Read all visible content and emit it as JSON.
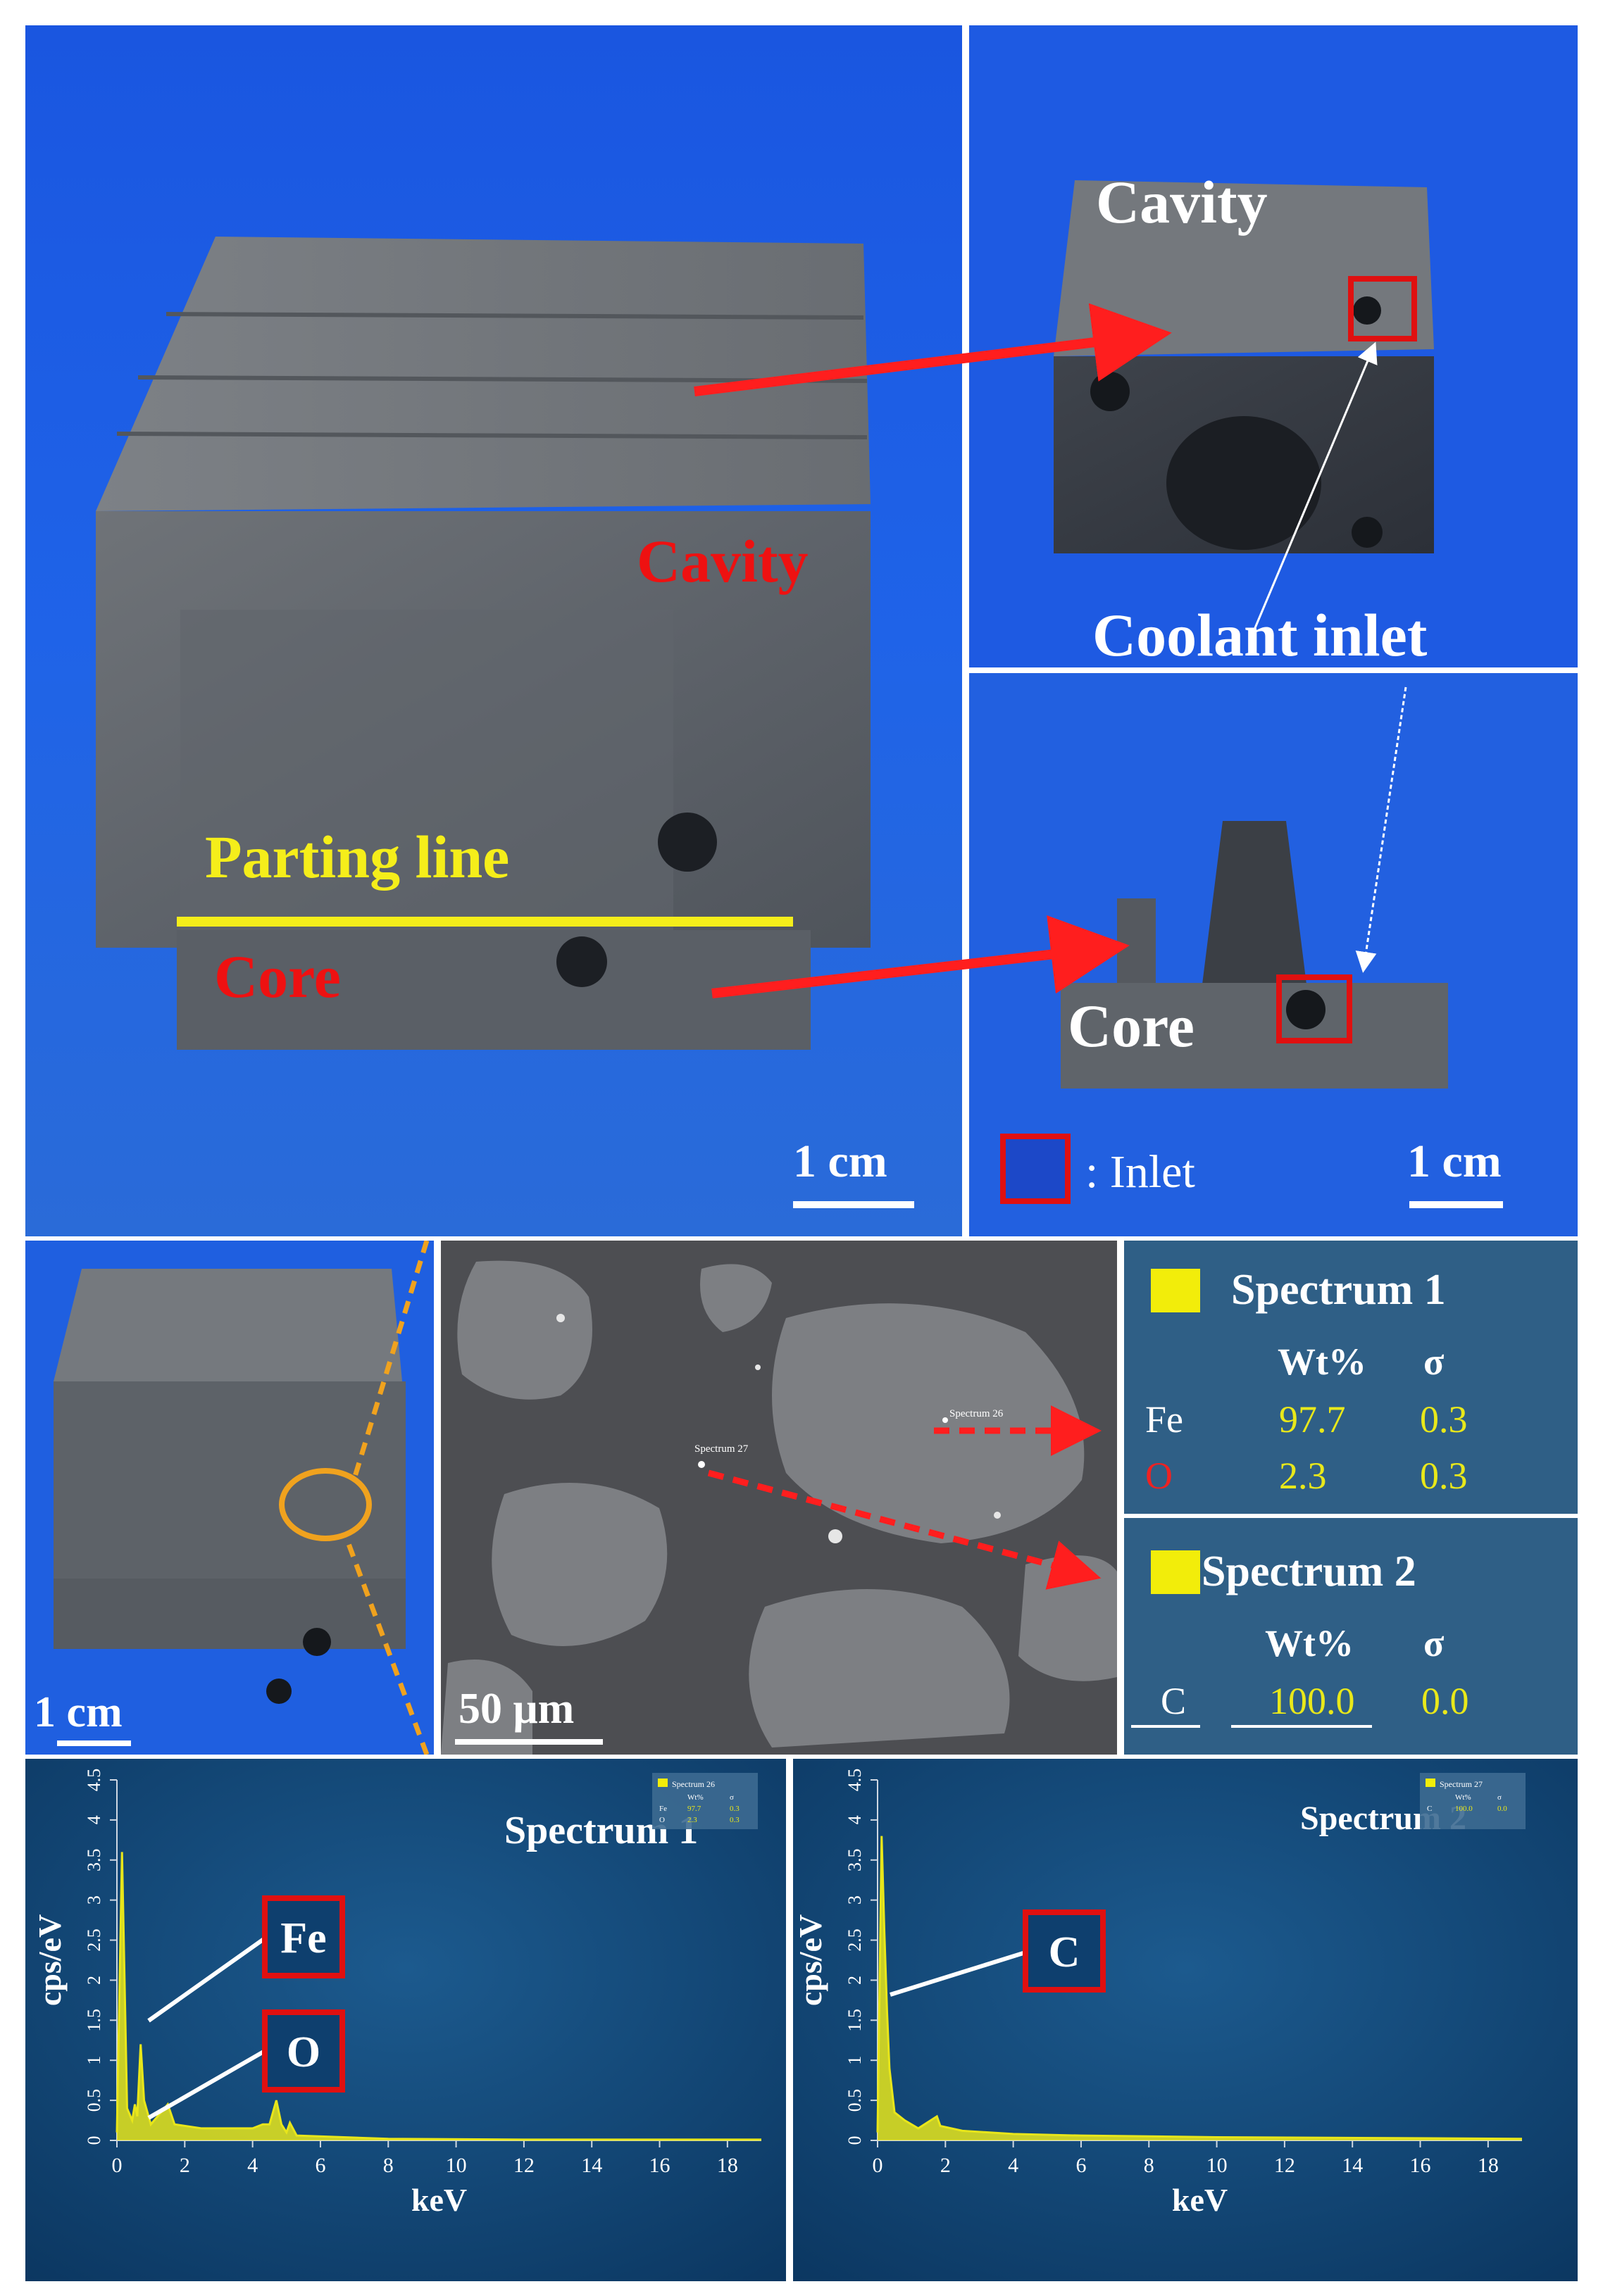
{
  "colors": {
    "photo_blue": "#1e56d6",
    "arrow_red": "#ff1e1e",
    "parting_yellow": "#f5ee1a",
    "callout_orange": "#f0a21e",
    "eds_bg": "#0e3f6e",
    "spectrum_yellow": "#e8e61a",
    "table_bg": "#2f5f86",
    "inlet_box_red": "#e01010"
  },
  "top_photo": {
    "label_cavity_main": "Cavity",
    "label_parting_line": "Parting line",
    "label_core_main": "Core",
    "label_cavity_right": "Cavity",
    "label_coolant_inlet": "Coolant inlet",
    "label_core_right": "Core",
    "scale_left": "1 cm",
    "scale_right": "1 cm",
    "legend_symbol_text": ": Inlet"
  },
  "sem_row": {
    "scale_photo": "1 cm",
    "scale_sem": "50 μm",
    "spot1": "Spectrum 26",
    "spot2": "Spectrum 27"
  },
  "spectrum_tables": [
    {
      "title": "Spectrum 1",
      "header_wt": "Wt%",
      "header_sigma": "σ",
      "rows": [
        {
          "el": "Fe",
          "wt": "97.7",
          "sigma": "0.3"
        },
        {
          "el": "O",
          "wt": "2.3",
          "sigma": "0.3"
        }
      ]
    },
    {
      "title": "Spectrum 2",
      "header_wt": "Wt%",
      "header_sigma": "σ",
      "rows": [
        {
          "el": "C",
          "wt": "100.0",
          "sigma": "0.0"
        }
      ]
    }
  ],
  "chart_data": [
    {
      "type": "line",
      "title": "Spectrum 1",
      "xlabel": "keV",
      "ylabel": "cps/eV",
      "xlim": [
        0,
        19
      ],
      "ylim": [
        0,
        4.5
      ],
      "x_ticks": [
        0,
        2,
        4,
        6,
        8,
        10,
        12,
        14,
        16,
        18
      ],
      "y_ticks": [
        0,
        0.5,
        1,
        1.5,
        2,
        2.5,
        3,
        3.5,
        4,
        4.5
      ],
      "series": [
        {
          "values": [
            [
              0.0,
              0.1
            ],
            [
              0.15,
              3.6
            ],
            [
              0.3,
              0.4
            ],
            [
              0.45,
              0.25
            ],
            [
              0.53,
              0.45
            ],
            [
              0.6,
              0.3
            ],
            [
              0.7,
              1.2
            ],
            [
              0.8,
              0.5
            ],
            [
              1.0,
              0.2
            ],
            [
              1.5,
              0.45
            ],
            [
              1.7,
              0.2
            ],
            [
              2.5,
              0.15
            ],
            [
              4.0,
              0.15
            ],
            [
              4.3,
              0.2
            ],
            [
              4.5,
              0.2
            ],
            [
              4.6,
              0.35
            ],
            [
              4.7,
              0.5
            ],
            [
              4.85,
              0.2
            ],
            [
              5.0,
              0.1
            ],
            [
              5.1,
              0.22
            ],
            [
              5.3,
              0.06
            ],
            [
              8.0,
              0.02
            ],
            [
              12.0,
              0.01
            ],
            [
              19.0,
              0.01
            ]
          ]
        }
      ],
      "peak_labels": [
        "Fe",
        "O"
      ],
      "legend": {
        "title": "Spectrum 26",
        "header_wt": "Wt%",
        "header_sigma": "σ",
        "rows": [
          [
            "Fe",
            "97.7",
            "0.3"
          ],
          [
            "O",
            "2.3",
            "0.3"
          ]
        ]
      }
    },
    {
      "type": "line",
      "title": "Spectrum 2",
      "xlabel": "keV",
      "ylabel": "cps/eV",
      "xlim": [
        0,
        19
      ],
      "ylim": [
        0,
        4.5
      ],
      "x_ticks": [
        0,
        2,
        4,
        6,
        8,
        10,
        12,
        14,
        16,
        18
      ],
      "y_ticks": [
        0,
        0.5,
        1,
        1.5,
        2,
        2.5,
        3,
        3.5,
        4,
        4.5
      ],
      "series": [
        {
          "values": [
            [
              0.0,
              0.1
            ],
            [
              0.12,
              3.8
            ],
            [
              0.2,
              2.6
            ],
            [
              0.28,
              1.6
            ],
            [
              0.35,
              0.9
            ],
            [
              0.5,
              0.35
            ],
            [
              0.8,
              0.25
            ],
            [
              1.2,
              0.15
            ],
            [
              1.75,
              0.3
            ],
            [
              1.85,
              0.18
            ],
            [
              2.5,
              0.12
            ],
            [
              4.0,
              0.08
            ],
            [
              6.0,
              0.06
            ],
            [
              10.0,
              0.04
            ],
            [
              19.0,
              0.02
            ]
          ]
        }
      ],
      "peak_labels": [
        "C"
      ],
      "legend": {
        "title": "Spectrum 27",
        "header_wt": "Wt%",
        "header_sigma": "σ",
        "rows": [
          [
            "C",
            "100.0",
            "0.0"
          ]
        ]
      }
    }
  ]
}
